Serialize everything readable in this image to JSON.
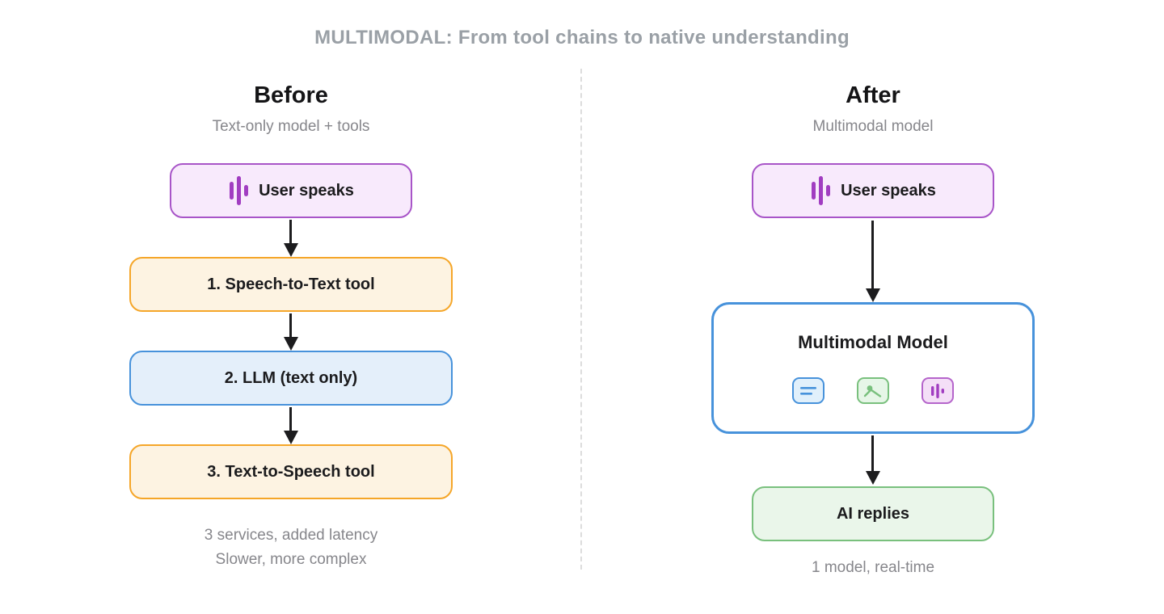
{
  "title": "MULTIMODAL: From tool chains to native understanding",
  "palette": {
    "audio_border": "#a855c8",
    "audio_fill": "#f8eafc",
    "audio_accent": "#a13dc1",
    "tool_border": "#f5a629",
    "tool_fill": "#fdf3e2",
    "llm_border": "#4792db",
    "llm_fill": "#e4effa",
    "reply_border": "#79c07d",
    "reply_fill": "#eaf6ea",
    "arrow": "#1c1c1e",
    "divider": "#dcdcdc",
    "muted_text": "#86868b",
    "title_text": "#9aa0a6"
  },
  "before": {
    "heading": "Before",
    "subheading": "Text-only model + tools",
    "input_label": "User speaks",
    "steps": [
      {
        "label": "1. Speech-to-Text tool",
        "color": "orange"
      },
      {
        "label": "2. LLM (text only)",
        "color": "blue"
      },
      {
        "label": "3. Text-to-Speech tool",
        "color": "orange"
      }
    ],
    "caption_line1": "3 services, added latency",
    "caption_line2": "Slower, more complex"
  },
  "after": {
    "heading": "After",
    "subheading": "Multimodal model",
    "input_label": "User speaks",
    "model_label": "Multimodal Model",
    "modalities": [
      "text",
      "image",
      "audio"
    ],
    "output_label": "AI replies",
    "caption": "1 model, real-time"
  }
}
